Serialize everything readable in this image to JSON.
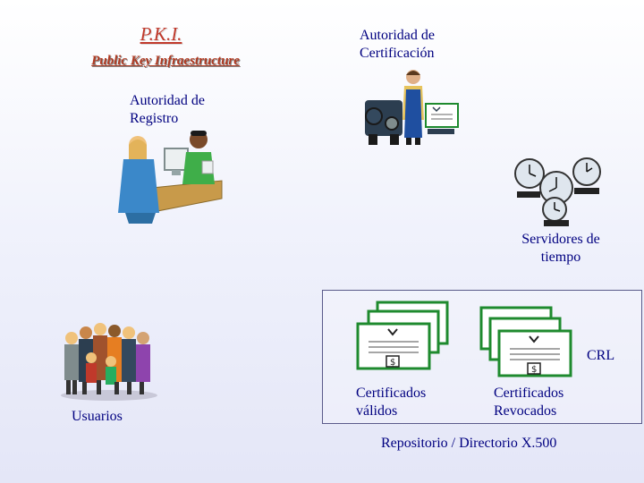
{
  "header": {
    "title": "P.K.I.",
    "subtitle": "Public Key Infraestructure"
  },
  "labels": {
    "ca": "Autoridad de Certificación",
    "ra": "Autoridad de Registro",
    "time": "Servidores de tiempo",
    "crl": "CRL",
    "users": "Usuarios",
    "valid": "Certificados válidos",
    "revoked": "Certificados Revocados",
    "repository": "Repositorio / Directorio X.500"
  },
  "colors": {
    "title": "#c0392b",
    "label": "#000080",
    "cert_border": "#1e8a2e"
  },
  "icons": [
    "printing-press-clipart-icon",
    "registration-desk-clipart-icon",
    "clocks-clipart-icon",
    "user-group-clipart-icon",
    "certificate-stack-icon"
  ]
}
